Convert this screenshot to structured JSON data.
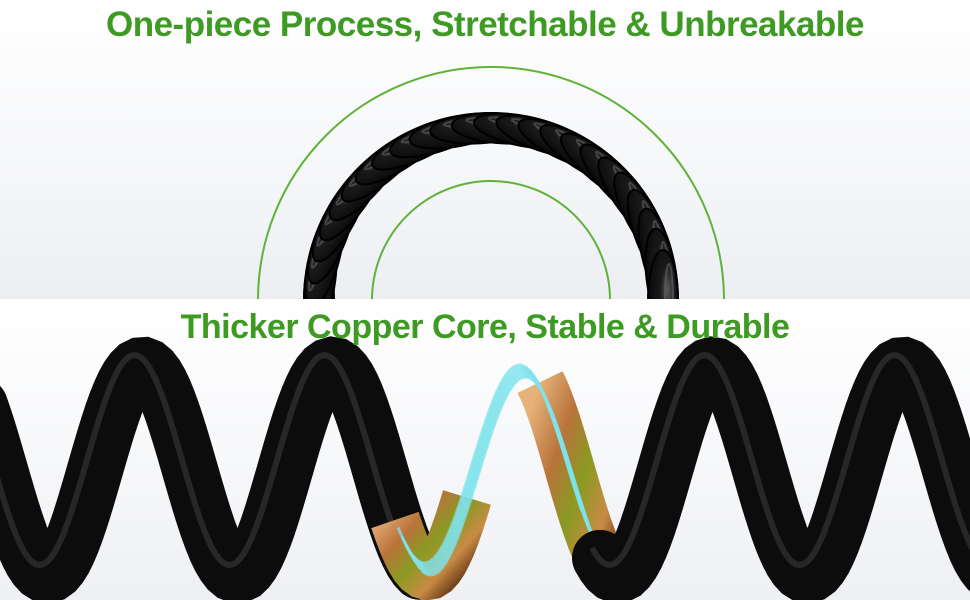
{
  "top_panel": {
    "headline": "One-piece Process, Stretchable & Unbreakable"
  },
  "bottom_panel": {
    "headline": "Thicker Copper Core, Stable & Durable"
  },
  "colors": {
    "headline_green": "#3d9a22",
    "arc_line_green": "#5fb23a",
    "cable_black": "#0c0c0c",
    "copper": "#b8733a",
    "inner_wire_cyan": "#7fe3ec"
  },
  "icons": {
    "coiled_cable": "coiled-cable-arch-image",
    "cable_cross_section": "cable-copper-core-cutaway-image"
  }
}
